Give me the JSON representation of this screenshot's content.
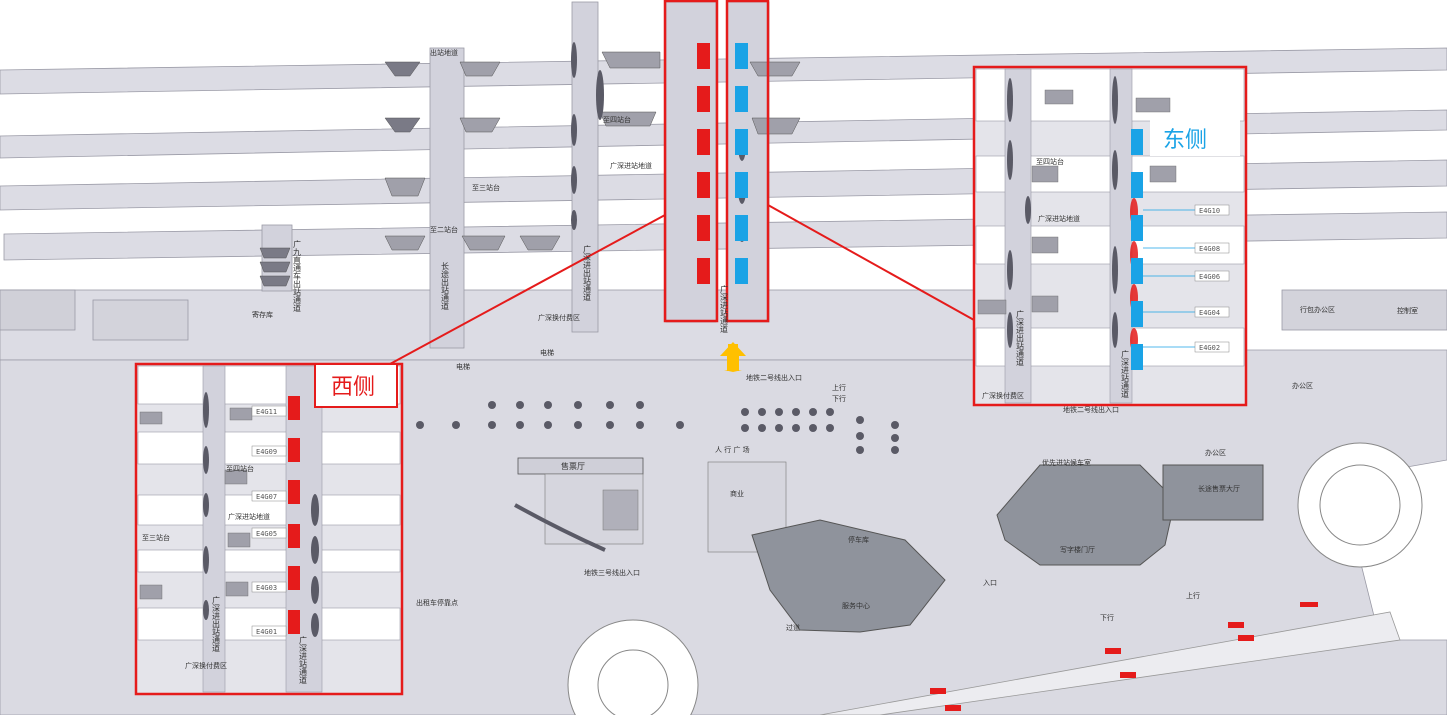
{
  "colors": {
    "floor": "#d9d9e1",
    "floor_dark": "#c8c8d2",
    "line": "#8a8a96",
    "highlight_red": "#e51b1b",
    "east_blue": "#1aa3e6",
    "west_label": "#e51b1b",
    "east_label": "#1aa3e6",
    "arrow": "#ffc000",
    "building": "#8f939c"
  },
  "map": {
    "labels": {
      "exit_tunnel": "出站地道",
      "platform4": "至四站台",
      "platform3": "至三站台",
      "platform2": "至二站台",
      "gs_tunnel": "广深进站地道",
      "luggage": "寄存库",
      "gs_transfer": "广深换付费区",
      "elevator": "电梯",
      "metro2": "地铁二号线出入口",
      "up": "上行",
      "down": "下行",
      "plaza": "人 行 广 场",
      "ticket_hall": "售票厅",
      "commerce": "商业",
      "metro3": "地铁三号线出入口",
      "taxi": "出租车停靠点",
      "parking": "停车库",
      "service": "服务中心",
      "passage": "过道",
      "priority_wait": "优先进站候车室",
      "office_tower": "写字楼门厅",
      "long_distance_hall": "长途售票大厅",
      "office_area": "办公区",
      "office_area_b": "办公区",
      "luggage_office": "行包办公区",
      "control_room": "控制室",
      "entrance": "入口",
      "up2": "上行",
      "down2": "下行",
      "gj_exit": "广九直通车出站通道",
      "long_exit": "长途出站通道",
      "gs_inout": "广深进出站通道",
      "gs_in_main": "广深进站通道"
    },
    "west": {
      "title": "西侧",
      "codes": [
        "E4G11",
        "E4G09",
        "E4G07",
        "E4G05",
        "E4G03",
        "E4G01"
      ],
      "labels": {
        "platform4": "至四站台",
        "gs_tunnel": "广深进站地道",
        "platform3": "至三站台",
        "transfer": "广深换付费区",
        "exit_channel": "广深进出站通道",
        "entry_channel": "广深进站通道"
      }
    },
    "east": {
      "title": "东侧",
      "codes": [
        "E4G10",
        "E4G08",
        "E4G06",
        "E4G04",
        "E4G02"
      ],
      "labels": {
        "platform4": "至四站台",
        "gs_tunnel": "广深进站地道",
        "transfer": "广深换付费区",
        "metro2": "地铁二号线出入口",
        "exit_channel": "广深进出站通道",
        "entry_channel": "广深进站通道"
      }
    }
  }
}
